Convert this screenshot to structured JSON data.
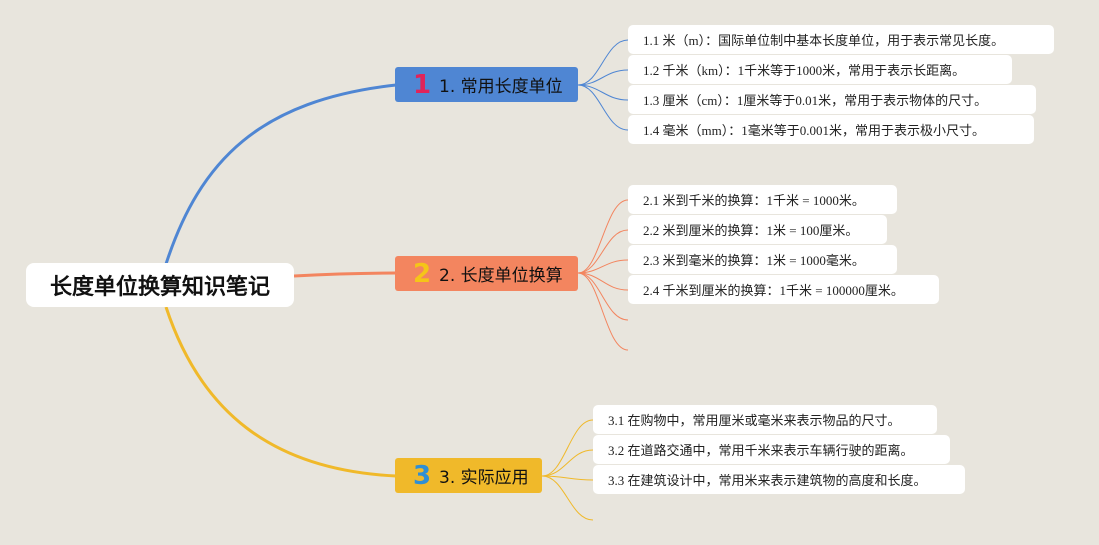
{
  "root": {
    "title": "长度单位换算知识笔记"
  },
  "colors": {
    "blue": "#4f86d3",
    "orange": "#f3855f",
    "yellow": "#f0b92a",
    "bg": "#e8e5dd"
  },
  "branches": [
    {
      "number": "1",
      "title": "1. 常用长度单位",
      "color": "#4f86d3",
      "number_color": "#e0245a",
      "items": [
        "1.1 米（m）：国际单位制中基本长度单位，用于表示常见长度。",
        "1.2 千米（km）：1千米等于1000米，常用于表示长距离。",
        "1.3 厘米（cm）：1厘米等于0.01米，常用于表示物体的尺寸。",
        "1.4 毫米（mm）：1毫米等于0.001米，常用于表示极小尺寸。"
      ]
    },
    {
      "number": "2",
      "title": "2. 长度单位换算",
      "color": "#f3855f",
      "number_color": "#f5c518",
      "items": [
        "2.1 米到千米的换算：1千米 = 1000米。",
        "2.2 米到厘米的换算：1米 = 100厘米。",
        "2.3 米到毫米的换算：1米 = 1000毫米。",
        "2.4 千米到厘米的换算：1千米 = 100000厘米。"
      ]
    },
    {
      "number": "3",
      "title": "3. 实际应用",
      "color": "#f0b92a",
      "number_color": "#2f8fd4",
      "items": [
        "3.1 在购物中，常用厘米或毫米来表示物品的尺寸。",
        "3.2 在道路交通中，常用千米来表示车辆行驶的距离。",
        "3.3 在建筑设计中，常用米来表示建筑物的高度和长度。"
      ]
    }
  ]
}
